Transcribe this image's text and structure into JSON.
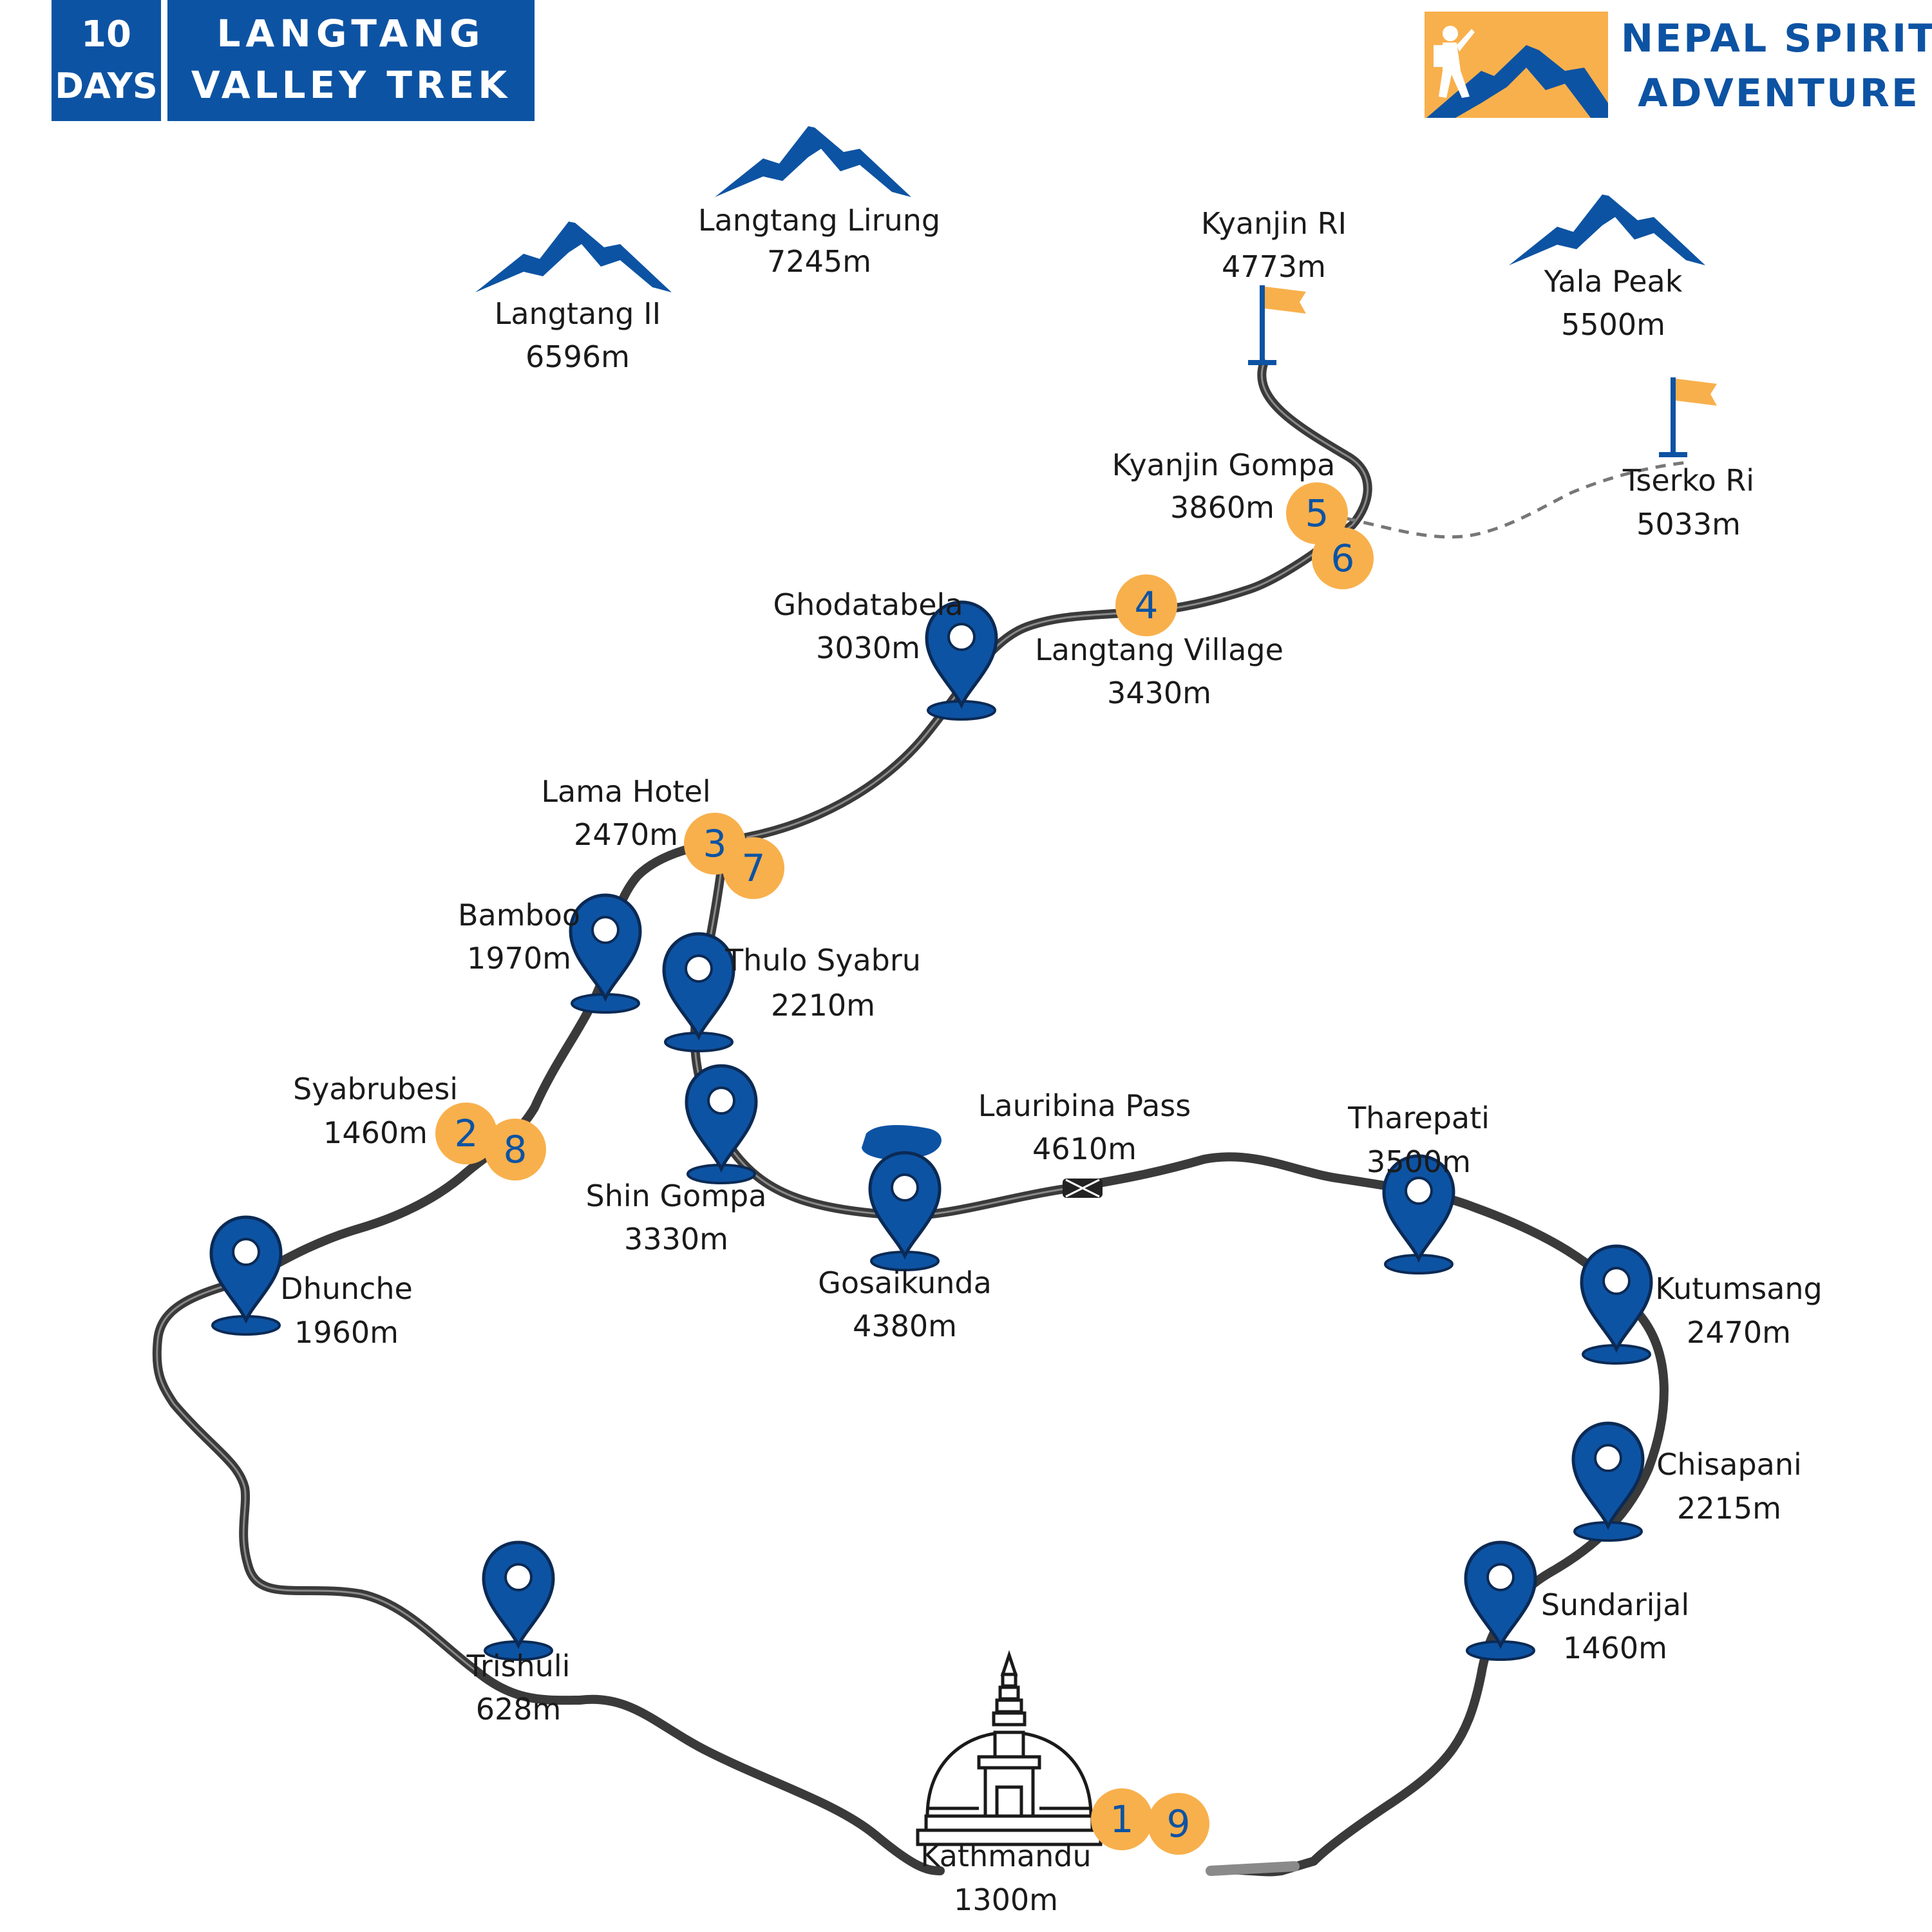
{
  "header": {
    "days_number": "10",
    "days_word": "DAYS",
    "title_line1": "LANGTANG",
    "title_line2": "VALLEY TREK"
  },
  "brand": {
    "line1": "NEPAL SPIRIT",
    "line2": "ADVENTURE",
    "icon": "trekker-mountain-logo"
  },
  "colors": {
    "blue": "#0d53a3",
    "orange": "#f8b04c",
    "route": "#3a3a3a"
  },
  "peaks": [
    {
      "name": "Langtang Lirung",
      "elev": "7245m"
    },
    {
      "name": "Langtang II",
      "elev": "6596m"
    },
    {
      "name": "Yala Peak",
      "elev": "5500m"
    }
  ],
  "summits": [
    {
      "name": "Kyanjin RI",
      "elev": "4773m"
    },
    {
      "name": "Tserko Ri",
      "elev": "5033m"
    }
  ],
  "places": [
    {
      "name": "Kyanjin Gompa",
      "elev": "3860m"
    },
    {
      "name": "Langtang Village",
      "elev": "3430m"
    },
    {
      "name": "Ghodatabela",
      "elev": "3030m"
    },
    {
      "name": "Lama Hotel",
      "elev": "2470m"
    },
    {
      "name": "Bamboo",
      "elev": "1970m"
    },
    {
      "name": "Thulo Syabru",
      "elev": "2210m"
    },
    {
      "name": "Syabrubesi",
      "elev": "1460m"
    },
    {
      "name": "Shin Gompa",
      "elev": "3330m"
    },
    {
      "name": "Lauribina Pass",
      "elev": "4610m"
    },
    {
      "name": "Gosaikunda",
      "elev": "4380m"
    },
    {
      "name": "Tharepati",
      "elev": "3500m"
    },
    {
      "name": "Dhunche",
      "elev": "1960m"
    },
    {
      "name": "Kutumsang",
      "elev": "2470m"
    },
    {
      "name": "Chisapani",
      "elev": "2215m"
    },
    {
      "name": "Sundarijal",
      "elev": "1460m"
    },
    {
      "name": "Trishuli",
      "elev": "628m"
    },
    {
      "name": "Kathmandu",
      "elev": "1300m"
    }
  ],
  "days": [
    "1",
    "2",
    "3",
    "4",
    "5",
    "6",
    "7",
    "8",
    "9"
  ]
}
